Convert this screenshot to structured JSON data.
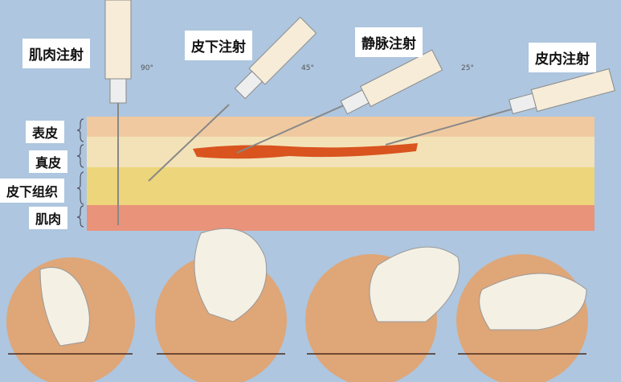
{
  "injections": [
    {
      "label": "肌肉注射",
      "angle": "90°"
    },
    {
      "label": "皮下注射",
      "angle": "45°"
    },
    {
      "label": "静脉注射",
      "angle": "25°"
    },
    {
      "label": "皮内注射",
      "angle": ""
    }
  ],
  "layers": [
    "表皮",
    "真皮",
    "皮下组织",
    "肌肉"
  ],
  "colors": {
    "background": "#aec6df",
    "epidermis": "#f0c9a0",
    "dermis": "#f3e2b8",
    "subcutaneous": "#ecd57a",
    "muscle": "#e9937a",
    "vein": "#d9541f",
    "circle": "#dfa678"
  }
}
